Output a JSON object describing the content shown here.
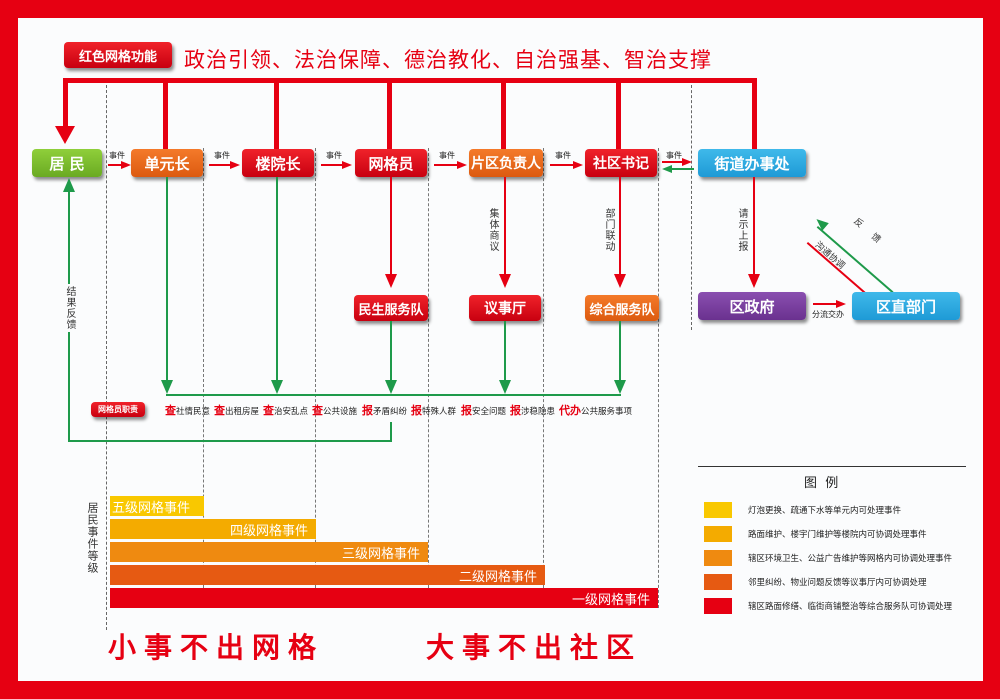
{
  "header": {
    "badge": "红色网格功能",
    "title": "政治引领、法治保障、德治教化、自治强基、智治支撑"
  },
  "nodes": {
    "resident": "居 民",
    "unit_leader": "单元长",
    "building_leader": "楼院长",
    "grid_member": "网格员",
    "area_leader": "片区负责人",
    "community_secretary": "社区书记",
    "street_office": "街道办事处",
    "livelihood_team": "民生服务队",
    "council_hall": "议事厅",
    "comprehensive_team": "综合服务队",
    "district_gov": "区政府",
    "district_depts": "区直部门"
  },
  "edges": {
    "event": "事件",
    "collective_discussion": "集体商议",
    "dept_linkage": "部门联动",
    "report_up": "请示上报",
    "divert_assign": "分流交办",
    "feedback": "反馈",
    "communicate_coordinate": "沟通协调",
    "result_feedback": "结果反馈"
  },
  "duties": {
    "badge": "网格员职责",
    "items": [
      {
        "key": "查",
        "text": "社情民意"
      },
      {
        "key": "查",
        "text": "出租房屋"
      },
      {
        "key": "查",
        "text": "治安乱点"
      },
      {
        "key": "查",
        "text": "公共设施"
      },
      {
        "key": "报",
        "text": "矛盾纠纷"
      },
      {
        "key": "报",
        "text": "特殊人群"
      },
      {
        "key": "报",
        "text": "安全问题"
      },
      {
        "key": "报",
        "text": "涉稳隐患"
      },
      {
        "key": "代办",
        "text": "公共服务事项"
      }
    ]
  },
  "levels": {
    "axis_label": "居民事件等级",
    "bars": [
      {
        "label": "五级网格事件",
        "color": "#f9c800"
      },
      {
        "label": "四级网格事件",
        "color": "#f4ab00"
      },
      {
        "label": "三级网格事件",
        "color": "#ef8a10"
      },
      {
        "label": "二级网格事件",
        "color": "#e65a12"
      },
      {
        "label": "一级网格事件",
        "color": "#e60012"
      }
    ]
  },
  "legend": {
    "title": "图  例",
    "items": [
      {
        "color": "#f9c800",
        "text": "灯泡更换、疏通下水等单元内可处理事件"
      },
      {
        "color": "#f4ab00",
        "text": "路面维护、楼宇门维护等楼院内可协调处理事件"
      },
      {
        "color": "#ef8a10",
        "text": "辖区环境卫生、公益广告维护等网格内可协调处理事件"
      },
      {
        "color": "#e65a12",
        "text": "邻里纠纷、物业问题反馈等议事厅内可协调处理"
      },
      {
        "color": "#e60012",
        "text": "辖区路面修缮、临街商铺整治等综合服务队可协调处理"
      }
    ]
  },
  "slogans": {
    "left": "小事不出网格",
    "right": "大事不出社区"
  }
}
